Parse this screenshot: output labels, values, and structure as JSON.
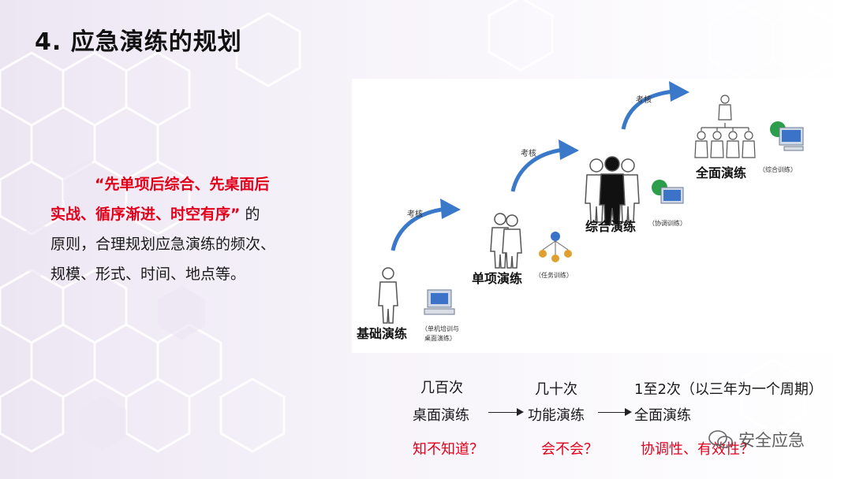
{
  "title": "4. 应急演练的规划",
  "principle": {
    "quote_line1": "“先单项后综合、先桌面后",
    "quote_line2": "实战、循序渐进、时空有序”",
    "suffix": "的",
    "line3": "原则，合理规划应急演练的频次、",
    "line4": "规模、形式、时间、地点等。"
  },
  "figure": {
    "levels": [
      {
        "label": "基础演练",
        "sub1": "（单机培训与",
        "sub2": "桌面演练）"
      },
      {
        "label": "单项演练",
        "sub1": "（任务训练）"
      },
      {
        "label": "综合演练",
        "sub1": "（协调训练）"
      },
      {
        "label": "全面演练",
        "sub1": "（综合训练）"
      }
    ],
    "arrow_label": "考核"
  },
  "frequency": [
    {
      "count": "几百次",
      "type": "桌面演练",
      "question": "知不知道？"
    },
    {
      "count": "几十次",
      "type": "功能演练",
      "question": "会不会？"
    },
    {
      "count": "1至2次（以三年为一个周期）",
      "type": "全面演练",
      "question": "协调性、有效性？"
    }
  ],
  "watermark": "安全应急",
  "colors": {
    "accent_red": "#e3001b",
    "arrow_blue": "#3a78c9"
  }
}
